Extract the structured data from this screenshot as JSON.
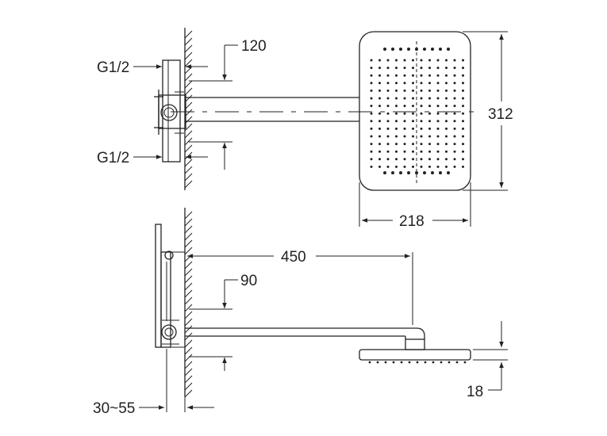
{
  "dimensions": {
    "inlet_top": "G1/2",
    "inlet_bottom": "G1/2",
    "inlet_spacing": "120",
    "head_height": "312",
    "head_width": "218",
    "arm_length": "450",
    "arm_drop": "90",
    "wall_depth": "30~55",
    "head_thickness": "18"
  },
  "colors": {
    "line": "#222222",
    "background": "#ffffff"
  }
}
